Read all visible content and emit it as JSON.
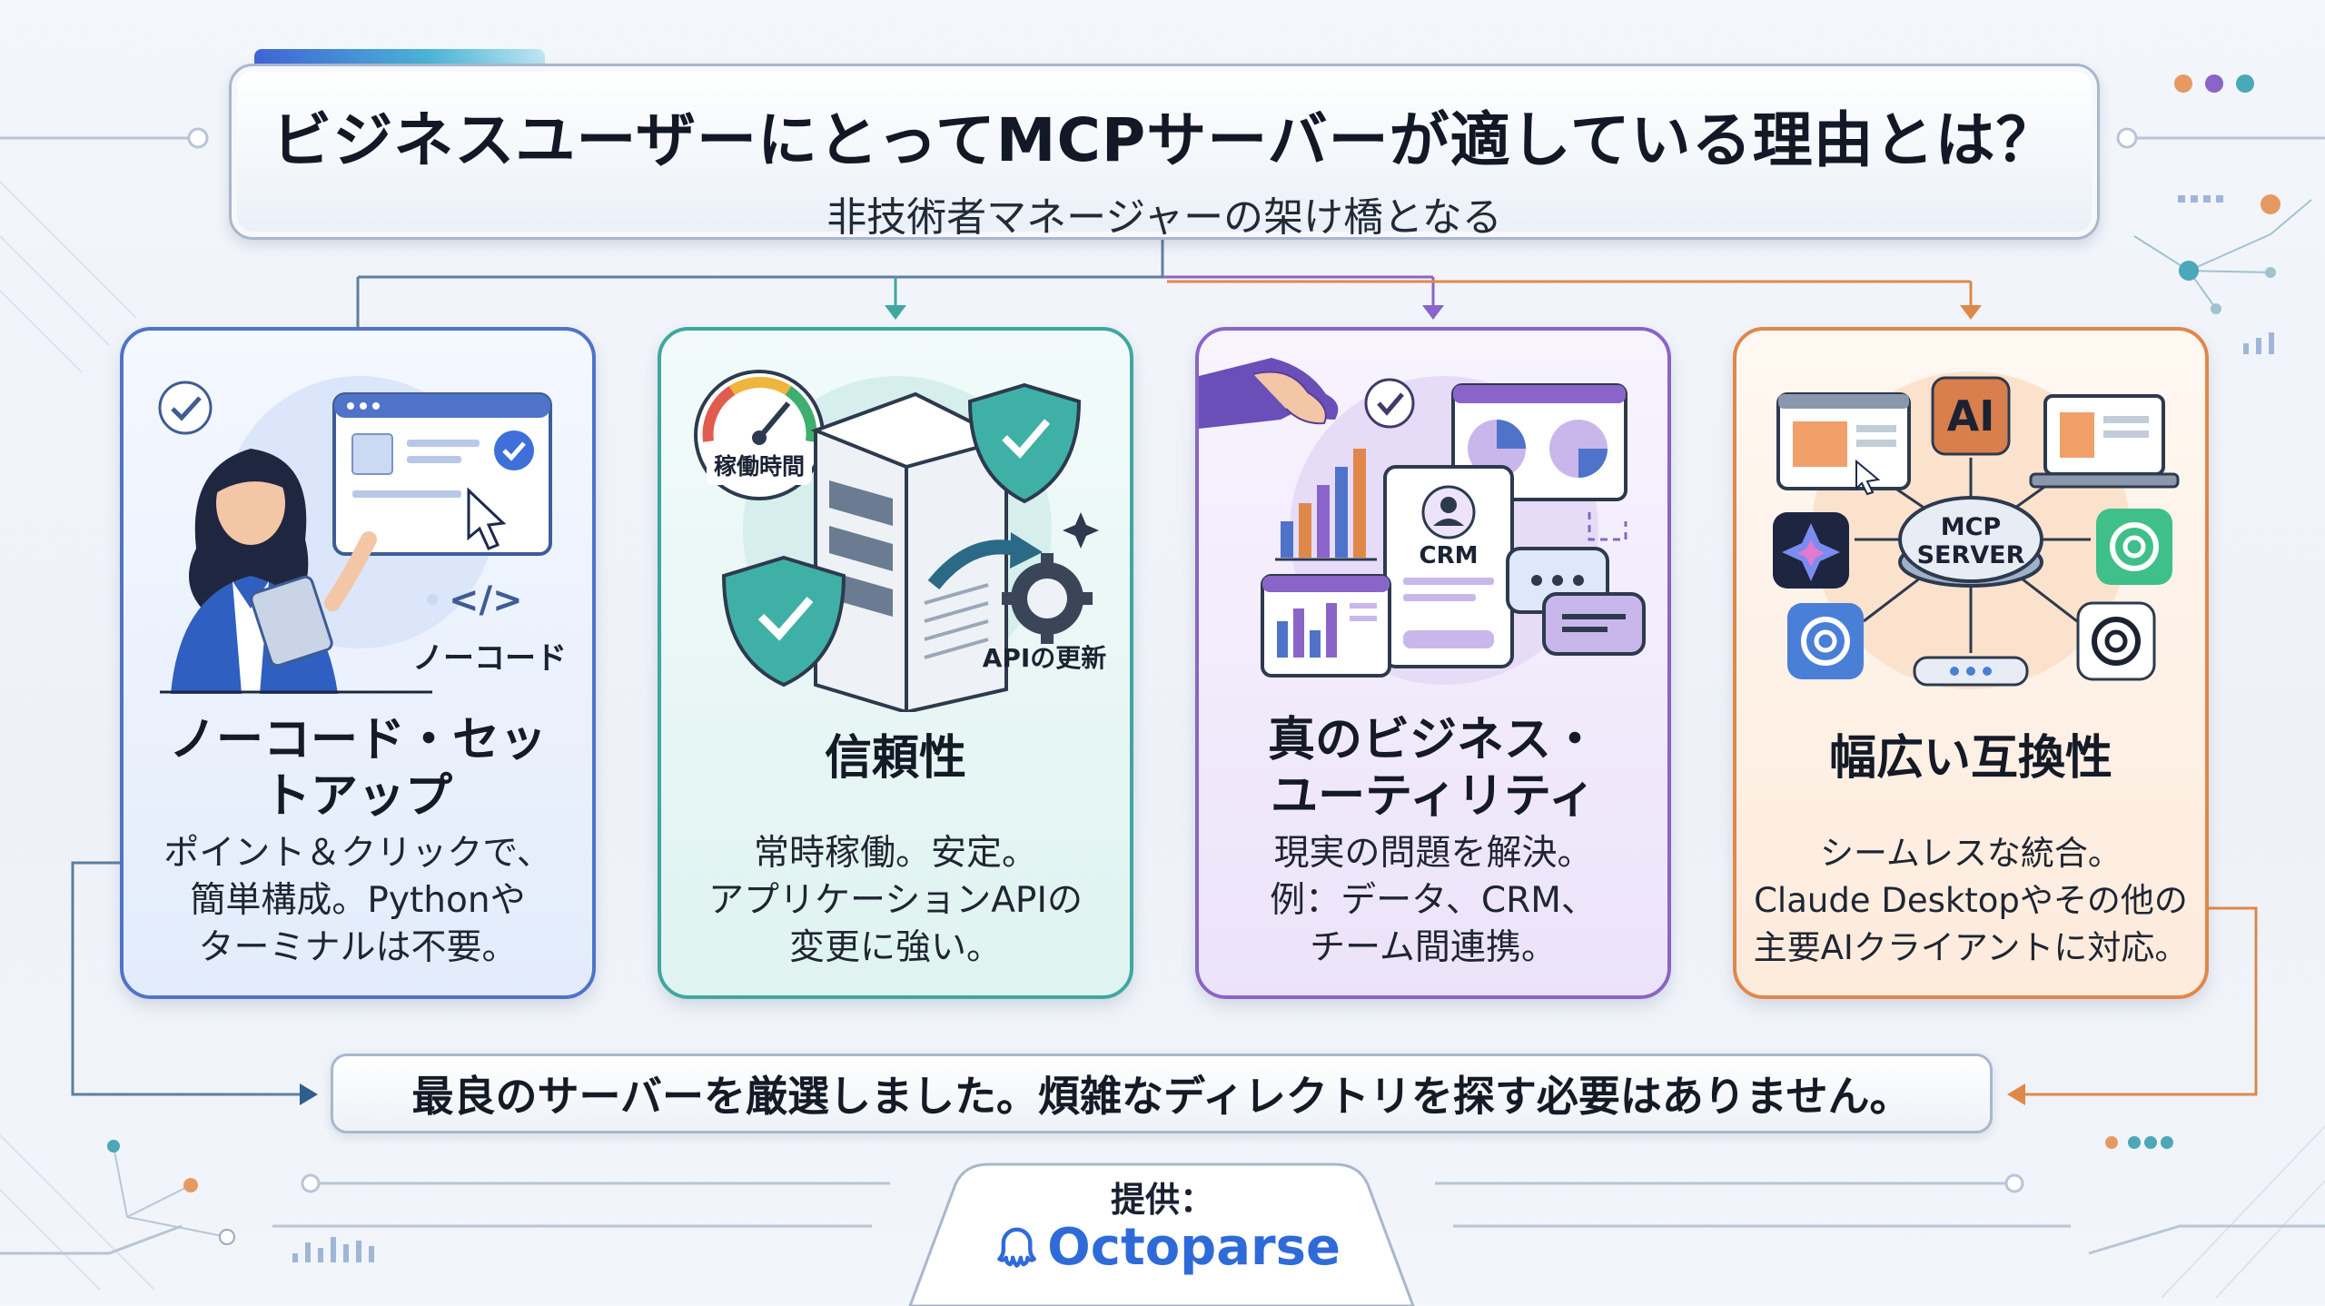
{
  "header": {
    "title": "ビジネスユーザーにとってMCPサーバーが適している理由とは？",
    "subtitle": "非技術者マネージャーの架け橋となる"
  },
  "cards": [
    {
      "title_lines": [
        "ノーコード・セッ",
        "トアップ"
      ],
      "body_lines": [
        "ポイント＆クリックで、",
        "簡単構成。Pythonや",
        "ターミナルは不要。"
      ],
      "illustration_label": "ノーコード",
      "accent": "#4f73c9"
    },
    {
      "title_lines": [
        "信頼性"
      ],
      "body_lines": [
        "常時稼働。安定。",
        "アプリケーションAPIの",
        "変更に強い。"
      ],
      "gauge_label": "稼働時間",
      "api_label": "APIの更新",
      "accent": "#3fa7a0"
    },
    {
      "title_lines": [
        "真のビジネス・",
        "ユーティリティ"
      ],
      "body_lines": [
        "現実の問題を解決。",
        "例：データ、CRM、",
        "チーム間連携。"
      ],
      "crm_label": "CRM",
      "accent": "#8a64c8"
    },
    {
      "title_lines": [
        "幅広い互換性"
      ],
      "body_lines": [
        "シームレスな統合。",
        "Claude Desktopやその他の",
        "主要AIクライアントに対応。"
      ],
      "hub_label_1": "MCP",
      "hub_label_2": "SERVER",
      "ai_badge": "AI",
      "accent": "#e0874a"
    }
  ],
  "bottom_banner": {
    "text": "最良のサーバーを厳選しました。煩雑なディレクトリを探す必要はありません。"
  },
  "footer": {
    "provided_by": "提供：",
    "brand": "Octoparse",
    "brand_color": "#2f6bd8"
  }
}
